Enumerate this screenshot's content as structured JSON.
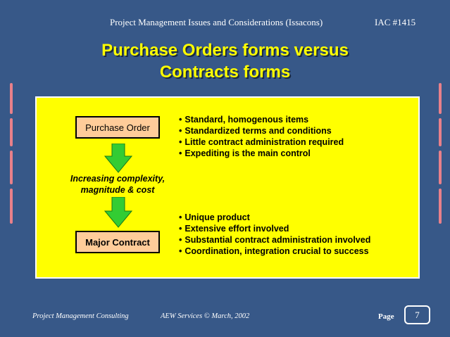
{
  "header": {
    "title": "Project Management Issues and Considerations (Issacons)",
    "code": "IAC #1415"
  },
  "slide": {
    "title_line1": "Purchase Orders forms versus",
    "title_line2": "Contracts forms"
  },
  "diagram": {
    "top_box": "Purchase Order",
    "bottom_box": "Major Contract",
    "middle_label_line1": "Increasing complexity,",
    "middle_label_line2": "magnitude & cost",
    "top_bullets": [
      "Standard, homogenous items",
      "Standardized terms and conditions",
      "Little contract administration required",
      "Expediting is the main control"
    ],
    "bottom_bullets": [
      "Unique product",
      "Extensive effort involved",
      "Substantial contract administration involved",
      "Coordination, integration crucial to success"
    ],
    "bullet_glyph": "•"
  },
  "footer": {
    "left": "Project Management Consulting",
    "middle": "AEW  Services © March, 2002",
    "page_label": "Page",
    "page_number": "7"
  },
  "colors": {
    "background": "#375888",
    "title": "#ffff00",
    "panel": "#ffff00",
    "box_fill": "#ffcc99",
    "arrow": "#33cc33",
    "side_bars": "#e8808a"
  }
}
